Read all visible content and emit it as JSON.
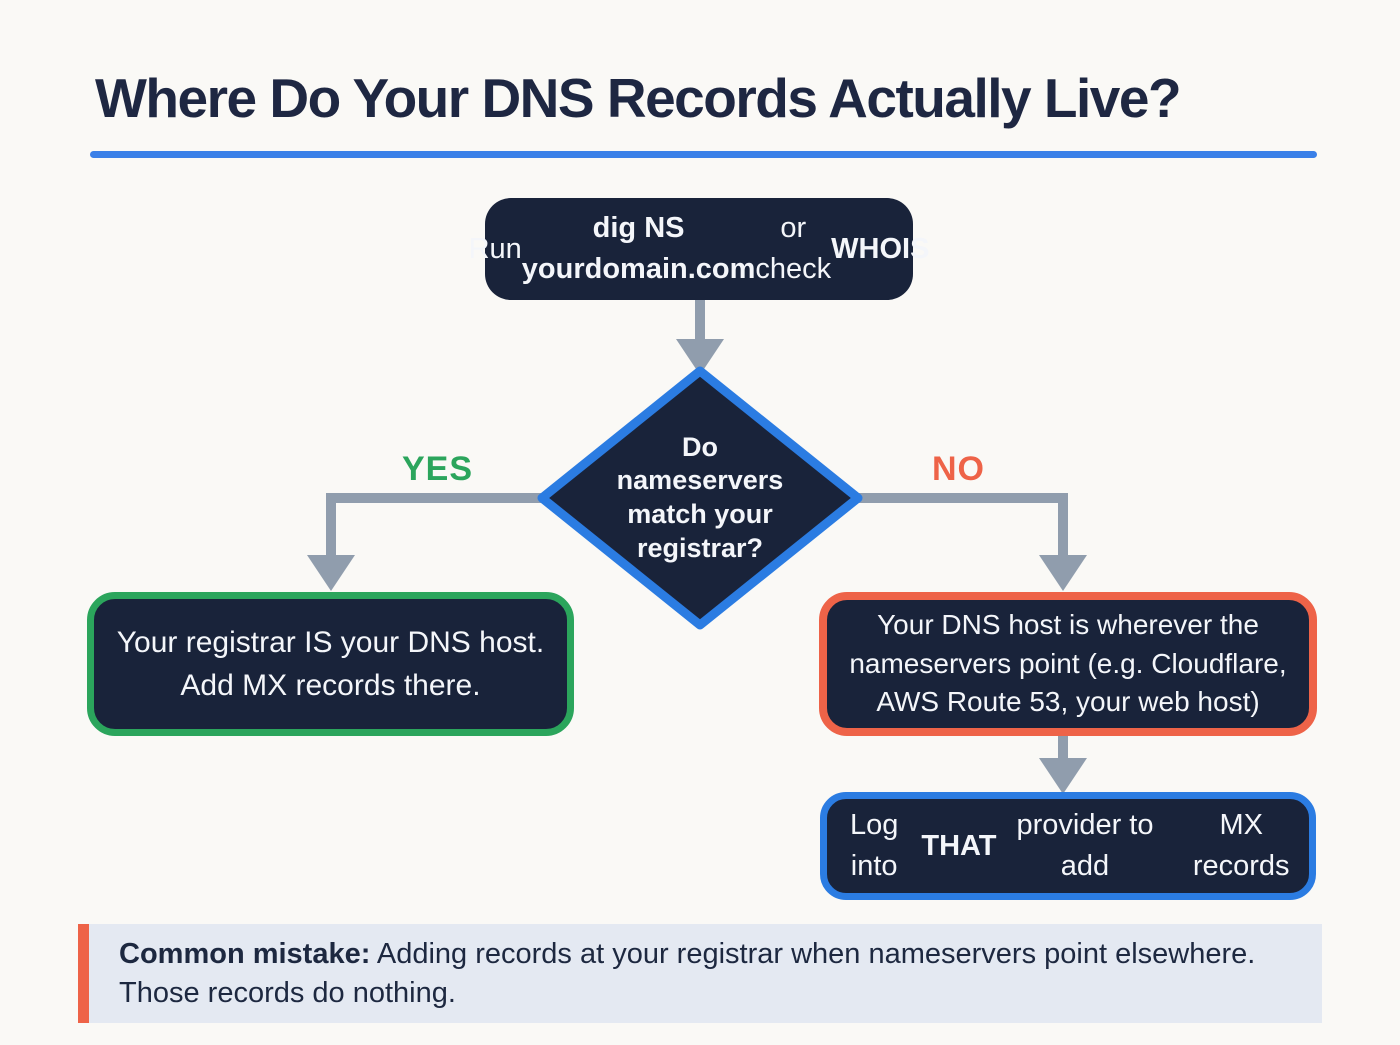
{
  "title": {
    "text": "Where Do Your DNS Records Actually Live?",
    "color": "#1e2742",
    "underline_color": "#3a80e8"
  },
  "flowchart": {
    "node_fill": "#19233a",
    "node_text_color": "#f4f6fa",
    "arrow_color": "#909dad",
    "start_box": {
      "segments": [
        {
          "text": "Run ",
          "bold": false
        },
        {
          "text": "dig NS yourdomain.com",
          "bold": true,
          "break_after": true
        },
        {
          "text": "or check ",
          "bold": false
        },
        {
          "text": "WHOIS",
          "bold": true
        }
      ]
    },
    "decision": {
      "border_color": "#2b7ce2",
      "lines": [
        "Do",
        "nameservers",
        "match your",
        "registrar?"
      ]
    },
    "yes_label": {
      "text": "YES",
      "color": "#2ba55c"
    },
    "no_label": {
      "text": "NO",
      "color": "#ee6348"
    },
    "yes_box": {
      "border_color": "#2ba55c",
      "lines": [
        "Your registrar IS your DNS host.",
        "Add MX records there."
      ]
    },
    "no_box": {
      "border_color": "#ee6348",
      "lines": [
        "Your DNS host is wherever the",
        "nameservers point (e.g. Cloudflare,",
        "AWS Route 53, your web host)"
      ]
    },
    "action_box": {
      "border_color": "#2b7ce2",
      "segments": [
        {
          "text": "Log into ",
          "bold": false
        },
        {
          "text": "THAT",
          "bold": true
        },
        {
          "text": " provider to add",
          "bold": false,
          "break_after": true
        },
        {
          "text": "MX records",
          "bold": false
        }
      ]
    }
  },
  "callout": {
    "background": "#e4e9f2",
    "accent_color": "#ee6348",
    "text_color": "#1d2840",
    "segments": [
      {
        "text": "Common mistake:",
        "bold": true
      },
      {
        "text": " Adding records at your registrar when nameservers point elsewhere. Those records do nothing.",
        "bold": false
      }
    ]
  }
}
